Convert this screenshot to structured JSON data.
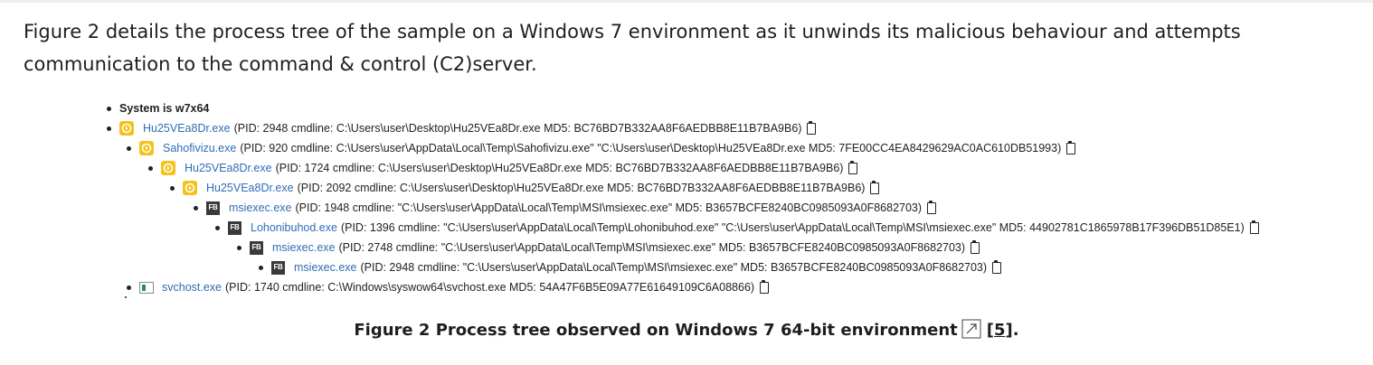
{
  "paragraph": "Figure 2 details the process tree of the sample on a Windows 7 environment as it unwinds its malicious behaviour and attempts communication to the command & control (C2)server.",
  "tree": {
    "system_label": "System is w7x64",
    "rows": [
      {
        "icon": "yellow-app-icon",
        "name": "Hu25VEa8Dr.exe",
        "details": "(PID: 2948 cmdline: C:\\Users\\user\\Desktop\\Hu25VEa8Dr.exe MD5: BC76BD7B332AA8F6AEDBB8E11B7BA9B6)"
      },
      {
        "icon": "yellow-app-icon",
        "name": "Sahofivizu.exe",
        "details": "(PID: 920 cmdline: C:\\Users\\user\\AppData\\Local\\Temp\\Sahofivizu.exe\" \"C:\\Users\\user\\Desktop\\Hu25VEa8Dr.exe MD5: 7FE00CC4EA8429629AC0AC610DB51993)"
      },
      {
        "icon": "yellow-app-icon",
        "name": "Hu25VEa8Dr.exe",
        "details": "(PID: 1724 cmdline: C:\\Users\\user\\Desktop\\Hu25VEa8Dr.exe MD5: BC76BD7B332AA8F6AEDBB8E11B7BA9B6)"
      },
      {
        "icon": "yellow-app-icon",
        "name": "Hu25VEa8Dr.exe",
        "details": "(PID: 2092 cmdline: C:\\Users\\user\\Desktop\\Hu25VEa8Dr.exe MD5: BC76BD7B332AA8F6AEDBB8E11B7BA9B6)"
      },
      {
        "icon": "fb-icon",
        "name": "msiexec.exe",
        "details": "(PID: 1948 cmdline: \"C:\\Users\\user\\AppData\\Local\\Temp\\MSI\\msiexec.exe\" MD5: B3657BCFE8240BC0985093A0F8682703)"
      },
      {
        "icon": "fb-icon",
        "name": "Lohonibuhod.exe",
        "details": "(PID: 1396 cmdline: \"C:\\Users\\user\\AppData\\Local\\Temp\\Lohonibuhod.exe\" \"C:\\Users\\user\\AppData\\Local\\Temp\\MSI\\msiexec.exe\" MD5: 44902781C1865978B17F396DB51D85E1)"
      },
      {
        "icon": "fb-icon",
        "name": "msiexec.exe",
        "details": "(PID: 2748 cmdline: \"C:\\Users\\user\\AppData\\Local\\Temp\\MSI\\msiexec.exe\" MD5: B3657BCFE8240BC0985093A0F8682703)"
      },
      {
        "icon": "fb-icon",
        "name": "msiexec.exe",
        "details": "(PID: 2948 cmdline: \"C:\\Users\\user\\AppData\\Local\\Temp\\MSI\\msiexec.exe\" MD5: B3657BCFE8240BC0985093A0F8682703)"
      },
      {
        "icon": "service-icon",
        "name": "svchost.exe",
        "details": "(PID: 1740 cmdline: C:\\Windows\\syswow64\\svchost.exe MD5: 54A47F6B5E09A77E61649109C6A08866)"
      }
    ],
    "fb_icon_text": "FB"
  },
  "caption": {
    "text": "Figure 2 Process tree observed on Windows 7 64-bit environment",
    "ref_open": "[",
    "ref_num": "5",
    "ref_close": "]."
  }
}
